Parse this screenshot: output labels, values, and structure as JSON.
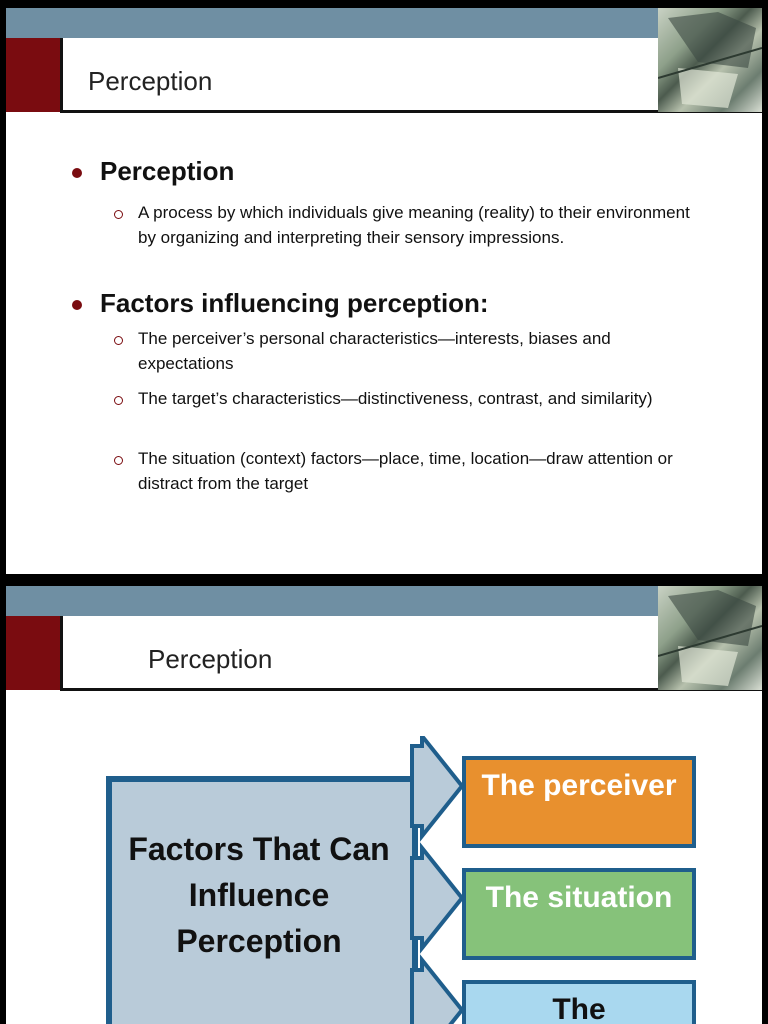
{
  "slide1": {
    "title": "Perception",
    "bullets": [
      {
        "heading": "Perception",
        "subs": [
          "A process by which individuals give meaning (reality) to their environment by organizing and interpreting their sensory impressions."
        ]
      },
      {
        "heading": "Factors influencing perception:",
        "subs": [
          "The perceiver’s personal characteristics—interests, biases and expectations",
          "The target’s characteristics—distinctiveness, contrast, and similarity)",
          "The situation (context) factors—place, time, location—draw attention or distract from the target"
        ]
      }
    ]
  },
  "slide2": {
    "title": "Perception",
    "factors_label": "Factors That Can Influence Perception",
    "boxes": [
      {
        "label": "The perceiver",
        "color": "#e8902e"
      },
      {
        "label": "The situation",
        "color": "#86c27a"
      },
      {
        "label": "The",
        "color": "#a9d8ef"
      }
    ]
  },
  "colors": {
    "accent_red": "#7a0c10",
    "bar_blue": "#6f8fa3",
    "border_blue": "#1f5e8c"
  }
}
